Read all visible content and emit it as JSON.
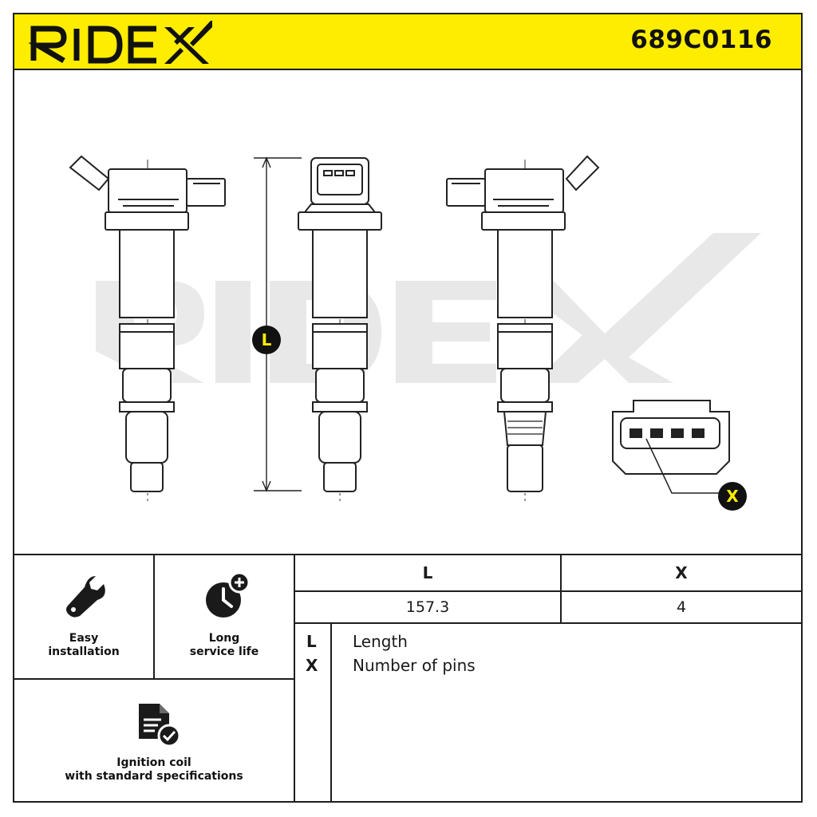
{
  "brand": {
    "name": "RIDEX",
    "color": "#ffed00"
  },
  "header": {
    "part_number": "689C0116"
  },
  "drawing": {
    "watermark": "RIDEX",
    "callouts": {
      "length": "L",
      "pins": "X"
    }
  },
  "features": [
    {
      "icon": "wrench-icon",
      "label": "Easy\ninstallation"
    },
    {
      "icon": "clock-plus-icon",
      "label": "Long\nservice life"
    },
    {
      "icon": "document-check-icon",
      "label": "Ignition coil\nwith standard specifications"
    }
  ],
  "spec_table": {
    "headers": [
      "L",
      "X"
    ],
    "values": [
      "157.3",
      "4"
    ]
  },
  "legend": [
    {
      "key": "L",
      "desc": "Length"
    },
    {
      "key": "X",
      "desc": "Number of pins"
    }
  ]
}
